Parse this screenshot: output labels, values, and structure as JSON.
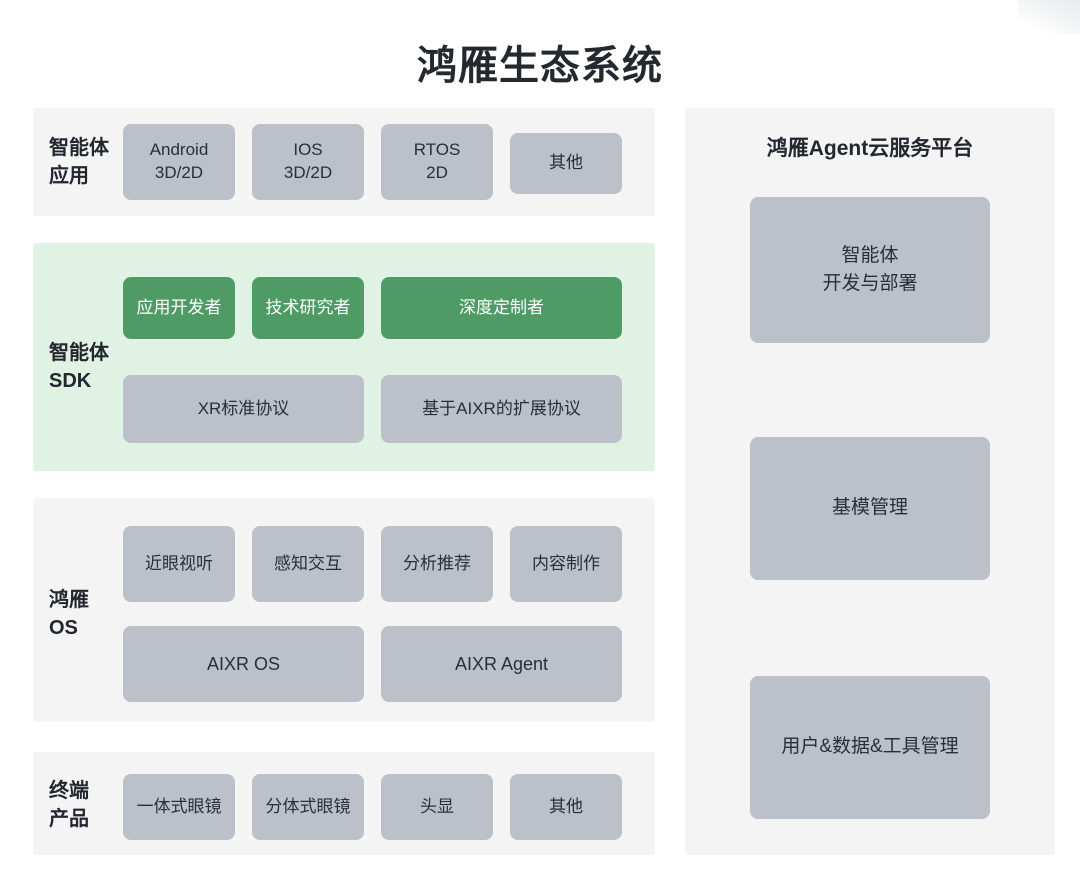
{
  "title": "鸿雁生态系统",
  "colors": {
    "page_background": "#ffffff",
    "panel_gray": "#f4f4f5",
    "panel_green": "#dff2e3",
    "card_gray": "#bcc0c9",
    "card_green": "#4f9b66",
    "text_dark": "#22262e",
    "text_on_green": "#ffffff"
  },
  "sections": [
    {
      "id": "agent-apps",
      "label": "智能体\n应用",
      "panel_style": "gray",
      "rows": [
        {
          "cards": [
            {
              "text": "Android\n3D/2D",
              "style": "gray"
            },
            {
              "text": "IOS\n3D/2D",
              "style": "gray"
            },
            {
              "text": "RTOS\n2D",
              "style": "gray"
            },
            {
              "text": "其他",
              "style": "gray"
            }
          ]
        }
      ]
    },
    {
      "id": "agent-sdk",
      "label": "智能体\nSDK",
      "panel_style": "green",
      "rows": [
        {
          "cards": [
            {
              "text": "应用开发者",
              "style": "green"
            },
            {
              "text": "技术研究者",
              "style": "green"
            },
            {
              "text": "深度定制者",
              "style": "green"
            }
          ]
        },
        {
          "cards": [
            {
              "text": "XR标准协议",
              "style": "gray"
            },
            {
              "text": "基于AIXR的扩展协议",
              "style": "gray"
            }
          ]
        }
      ]
    },
    {
      "id": "hongyan-os",
      "label": "鸿雁\nOS",
      "panel_style": "gray",
      "rows": [
        {
          "cards": [
            {
              "text": "近眼视听",
              "style": "gray"
            },
            {
              "text": "感知交互",
              "style": "gray"
            },
            {
              "text": "分析推荐",
              "style": "gray"
            },
            {
              "text": "内容制作",
              "style": "gray"
            }
          ]
        },
        {
          "cards": [
            {
              "text": "AIXR OS",
              "style": "gray"
            },
            {
              "text": "AIXR Agent",
              "style": "gray"
            }
          ]
        }
      ]
    },
    {
      "id": "terminal-products",
      "label": "终端\n产品",
      "panel_style": "gray",
      "rows": [
        {
          "cards": [
            {
              "text": "一体式眼镜",
              "style": "gray"
            },
            {
              "text": "分体式眼镜",
              "style": "gray"
            },
            {
              "text": "头显",
              "style": "gray"
            },
            {
              "text": "其他",
              "style": "gray"
            }
          ]
        }
      ]
    }
  ],
  "cloud_panel": {
    "title": "鸿雁Agent云服务平台",
    "cards": [
      {
        "text": "智能体\n开发与部署"
      },
      {
        "text": "基模管理"
      },
      {
        "text": "用户&数据&工具管理"
      }
    ]
  }
}
